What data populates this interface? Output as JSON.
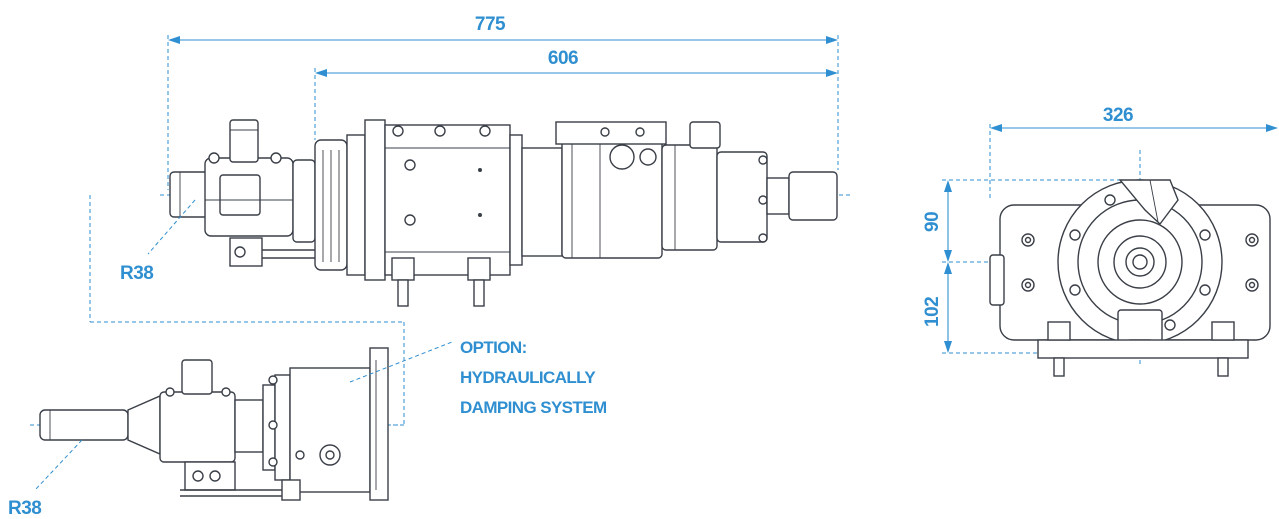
{
  "dimensions": {
    "overall_length": "775",
    "body_length": "606",
    "width_end_view": "326",
    "height_upper": "90",
    "height_lower": "102"
  },
  "radius_labels": {
    "top_view": "R38",
    "bottom_view": "R38"
  },
  "option_note": {
    "line1": "OPTION:",
    "line2": "HYDRAULICALLY",
    "line3": "DAMPING SYSTEM"
  },
  "colors": {
    "dimension": "#2f8fd0",
    "outline": "#3a3f47",
    "background": "#ffffff"
  }
}
